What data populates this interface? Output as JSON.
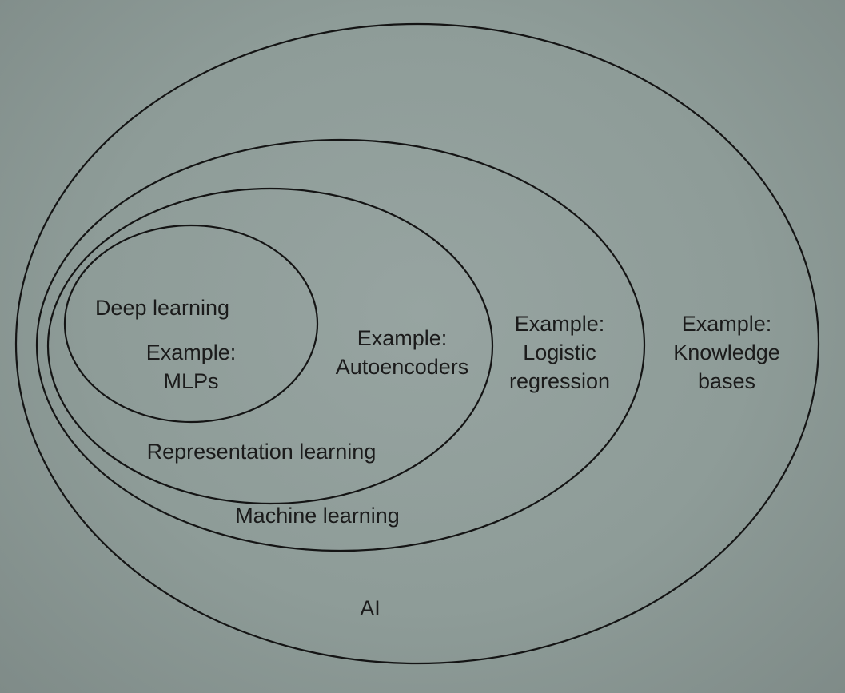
{
  "diagram": {
    "ai": {
      "label": "AI",
      "example_heading": "Example:",
      "example_lines": [
        "Knowledge",
        "bases"
      ]
    },
    "machine_learning": {
      "label": "Machine learning",
      "example_heading": "Example:",
      "example_lines": [
        "Logistic",
        "regression"
      ]
    },
    "representation_learning": {
      "label": "Representation learning",
      "example_heading": "Example:",
      "example_lines": [
        "Autoencoders"
      ]
    },
    "deep_learning": {
      "label": "Deep learning",
      "example_heading": "Example:",
      "example_lines": [
        "MLPs"
      ]
    }
  },
  "colors": {
    "background": "#8f9c99",
    "stroke": "#141414",
    "text": "#1b1b1b"
  }
}
